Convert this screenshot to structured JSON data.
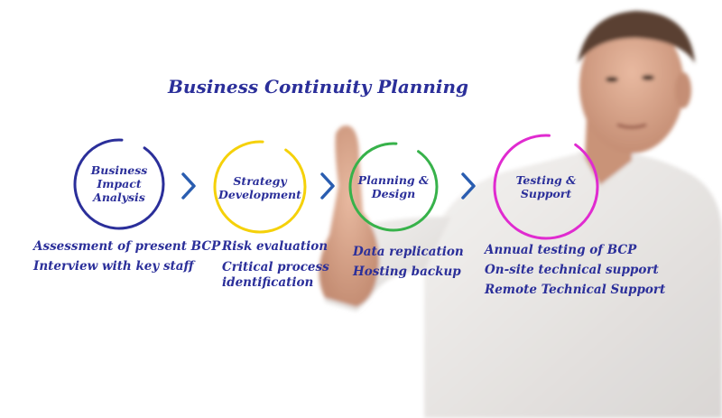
{
  "title": "Business Continuity Planning",
  "stages": [
    {
      "name": "Business Impact Analysis",
      "label_lines": [
        "Business",
        "Impact",
        "Analysis"
      ],
      "color": "#2b2f9a",
      "details": [
        "Assessment of present BCP",
        "Interview with key staff"
      ]
    },
    {
      "name": "Strategy Development",
      "label_lines": [
        "Strategy",
        "Development"
      ],
      "color": "#f5d10a",
      "details": [
        "Risk evaluation",
        "Critical process identification"
      ]
    },
    {
      "name": "Planning & Design",
      "label_lines": [
        "Planning &",
        "Design"
      ],
      "color": "#37b24a",
      "details": [
        "Data replication",
        "Hosting backup"
      ]
    },
    {
      "name": "Testing & Support",
      "label_lines": [
        "Testing &",
        "Support"
      ],
      "color": "#e02bd0",
      "details": [
        "Annual testing of BCP",
        "On-site technical support",
        "Remote Technical Support"
      ]
    }
  ],
  "arrow_color": "#2a5db0",
  "text_color": "#2b2f9a"
}
